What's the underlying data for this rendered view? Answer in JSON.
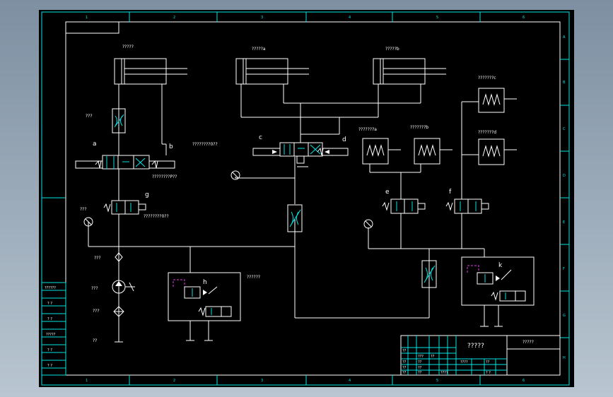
{
  "labels": {
    "cyl_main": "?????",
    "cyl_a": "?????a",
    "cyl_b": "?????b",
    "cyl_c": "???????c",
    "cyl_d": "???????d",
    "cyl_e": "???????a",
    "cyl_f": "???????b",
    "throttle": "???",
    "valve_a": "a",
    "valve_b": "b",
    "valve_c": "c",
    "valve_d": "d",
    "valve_e": "e",
    "valve_f": "f",
    "valve_g": "g",
    "valve_h": "h",
    "valve_k": "k",
    "note_p1": "????????0??",
    "note_p2": "????????P??",
    "note_p3": "????????0??",
    "gauge_label": "???",
    "filter_label": "???",
    "pump_label": "???",
    "filter2_label": "???",
    "tank_label": "??",
    "relief_label": "??????"
  },
  "zones_top": [
    "1",
    "2",
    "3",
    "4",
    "5",
    "6"
  ],
  "zones_side": [
    "A",
    "B",
    "C",
    "D",
    "E",
    "F",
    "G",
    "H"
  ],
  "left_table": [
    "??????",
    "? ?",
    "? ?",
    "?????",
    "? ?",
    "? ?"
  ],
  "title_block": {
    "name": "?????",
    "code": "?????",
    "cells": [
      "??",
      "???",
      "??",
      "??",
      "??",
      "??",
      "??",
      "????",
      "??",
      "??",
      "??",
      "????",
      "? ?"
    ]
  },
  "colors": {
    "line": "#00e5e5",
    "wire": "#ffffff",
    "pilot": "#e040e0",
    "sheet": "#000000"
  }
}
